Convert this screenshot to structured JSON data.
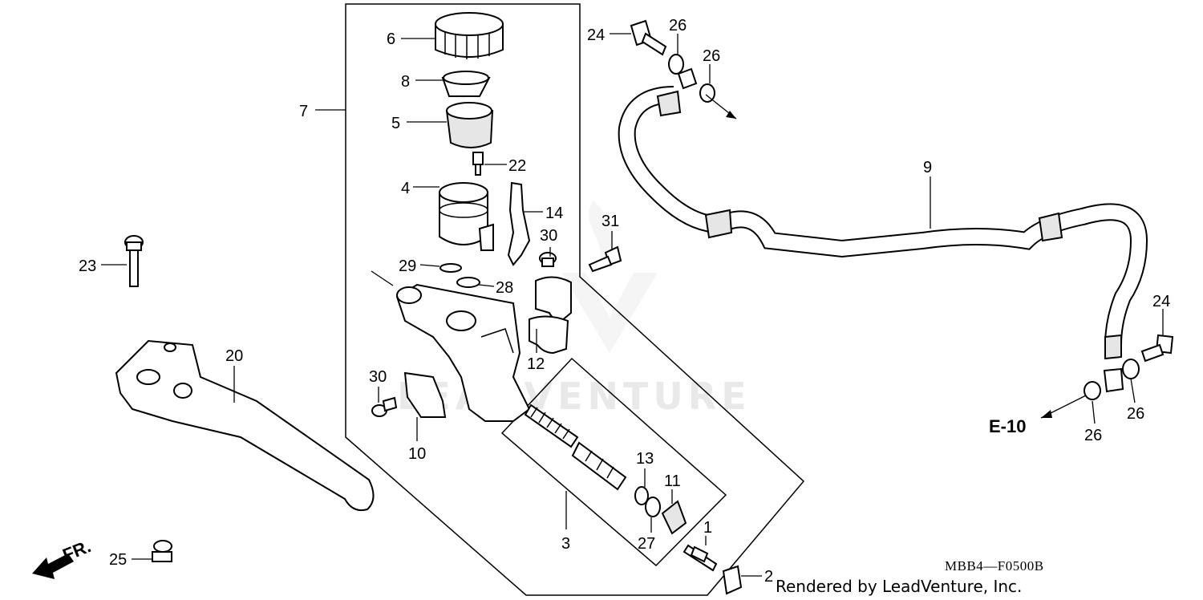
{
  "diagram": {
    "callouts": [
      {
        "id": "6",
        "text": "6"
      },
      {
        "id": "8",
        "text": "8"
      },
      {
        "id": "5",
        "text": "5"
      },
      {
        "id": "7",
        "text": "7"
      },
      {
        "id": "22",
        "text": "22"
      },
      {
        "id": "4",
        "text": "4"
      },
      {
        "id": "14",
        "text": "14"
      },
      {
        "id": "31",
        "text": "31"
      },
      {
        "id": "30a",
        "text": "30"
      },
      {
        "id": "29",
        "text": "29"
      },
      {
        "id": "28",
        "text": "28"
      },
      {
        "id": "12",
        "text": "12"
      },
      {
        "id": "23",
        "text": "23"
      },
      {
        "id": "20",
        "text": "20"
      },
      {
        "id": "30b",
        "text": "30"
      },
      {
        "id": "10",
        "text": "10"
      },
      {
        "id": "3",
        "text": "3"
      },
      {
        "id": "13",
        "text": "13"
      },
      {
        "id": "11",
        "text": "11"
      },
      {
        "id": "27",
        "text": "27"
      },
      {
        "id": "1",
        "text": "1"
      },
      {
        "id": "2",
        "text": "2"
      },
      {
        "id": "25",
        "text": "25"
      },
      {
        "id": "24a",
        "text": "24"
      },
      {
        "id": "26a",
        "text": "26"
      },
      {
        "id": "26b",
        "text": "26"
      },
      {
        "id": "9",
        "text": "9"
      },
      {
        "id": "24b",
        "text": "24"
      },
      {
        "id": "26c",
        "text": "26"
      },
      {
        "id": "26d",
        "text": "26"
      }
    ],
    "reference": "E-10",
    "front_marker": "FR.",
    "diagram_code": "MBB4—F0500B",
    "credit": "Rendered by LeadVenture, Inc.",
    "watermark": "LEADVENTURE"
  }
}
